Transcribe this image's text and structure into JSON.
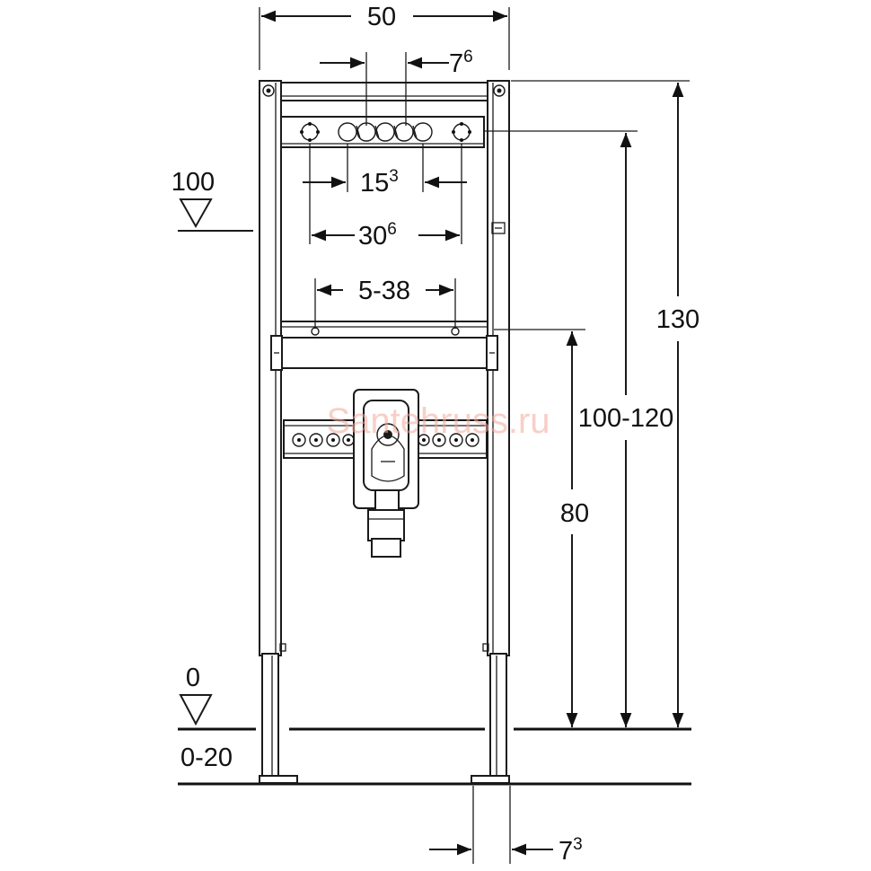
{
  "watermark": "Santehruss.ru",
  "levels": {
    "top": "100",
    "zero": "0",
    "floor_range": "0-20"
  },
  "dimensions": {
    "frame_width": "50",
    "connection_spacing": {
      "base": "7",
      "sup": "6"
    },
    "side_hole_spacing": {
      "base": "15",
      "sup": "3"
    },
    "outer_hole_spacing": {
      "base": "30",
      "sup": "6"
    },
    "crossbar_adjust": "5-38",
    "total_height": "130",
    "crossbar_height_range": "100-120",
    "drain_height": "80",
    "foot_depth": {
      "base": "7",
      "sup": "3"
    }
  }
}
